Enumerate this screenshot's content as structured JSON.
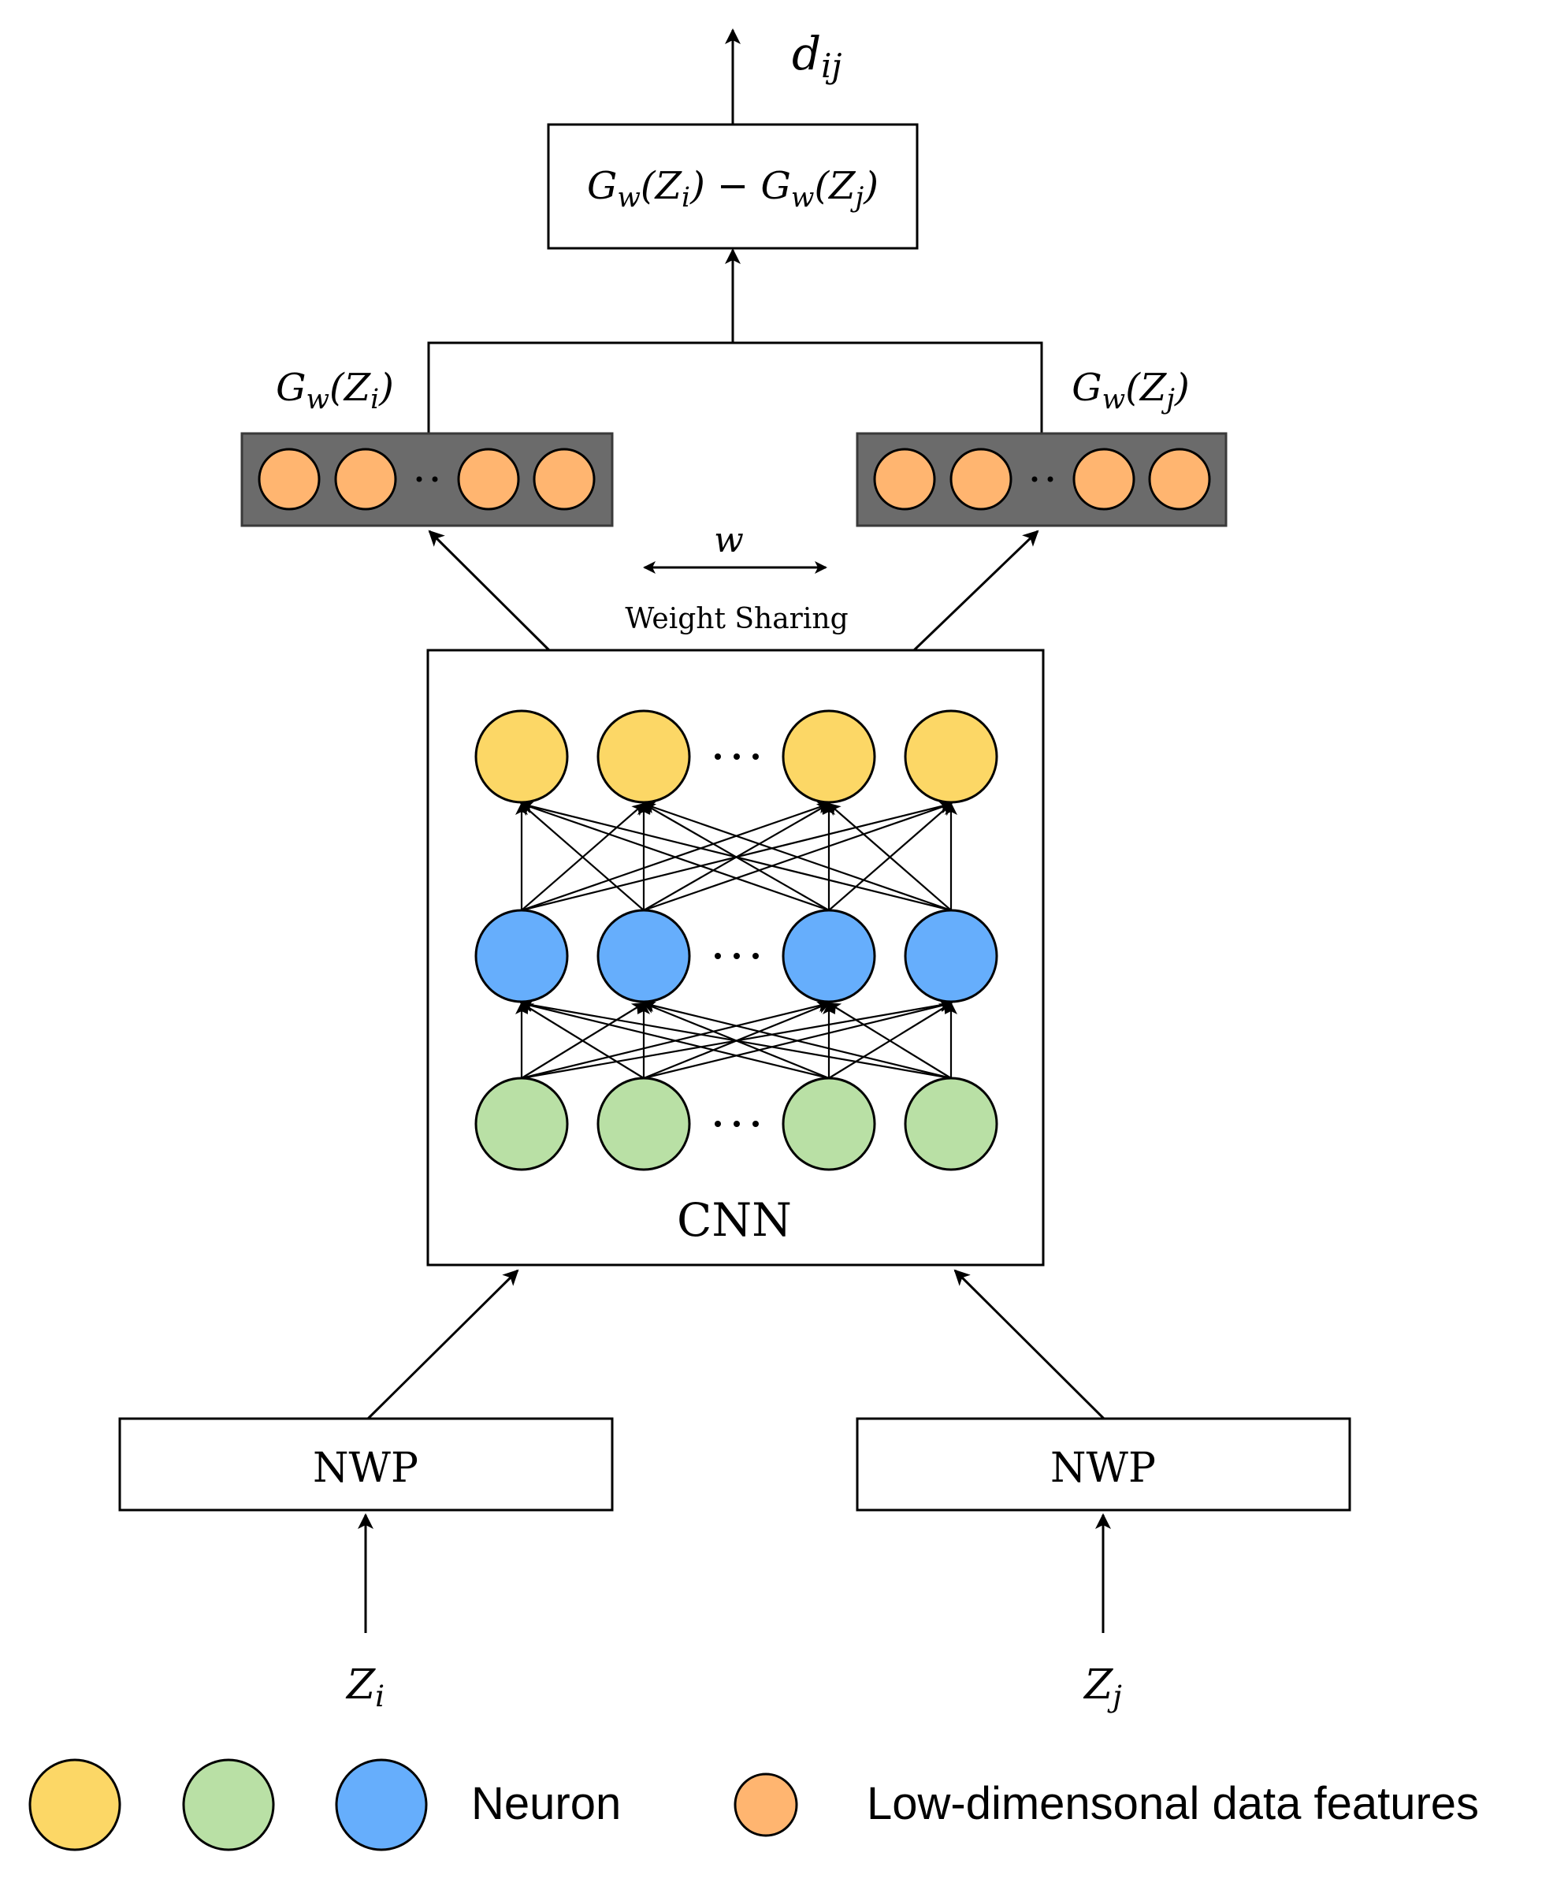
{
  "colors": {
    "output_neuron": "#FCD766",
    "hidden_neuron": "#66AEFC",
    "input_neuron": "#B9E0A5",
    "feature": "#FFB570",
    "feature_bar": "#6B6B6B"
  },
  "labels": {
    "output": "d_ij",
    "difference": "G_w(Z_i) − G_w(Z_j)",
    "embedding_left": "G_w(Z_i)",
    "embedding_right": "G_w(Z_j)",
    "weight_symbol": "w",
    "weight_sharing": "Weight Sharing",
    "cnn": "CNN",
    "nwp_left": "NWP",
    "nwp_right": "NWP",
    "input_left": "Z_i",
    "input_right": "Z_j"
  },
  "legend": {
    "neuron_label": "Neuron",
    "feature_label": "Low-dimensonal data features"
  }
}
